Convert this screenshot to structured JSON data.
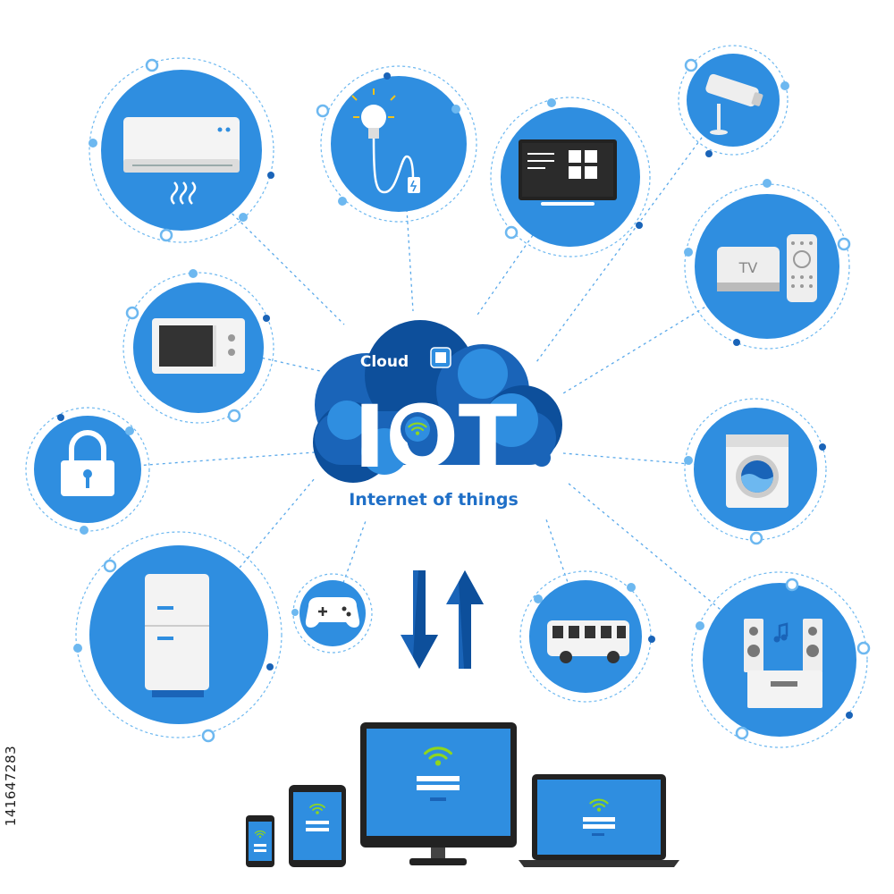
{
  "hub": {
    "cloud_label": "Cloud",
    "title": "IOT",
    "tagline": "Internet of things"
  },
  "side_id": "141647283",
  "colors": {
    "primary_blue": "#2f8ee0",
    "dark_blue": "#1a64b8",
    "deep_blue": "#0d4f9b",
    "dot_blue": "#6db8f0",
    "accent_green": "#8fd61e"
  },
  "device_nodes": [
    {
      "name": "air-conditioner-icon"
    },
    {
      "name": "light-bulb-icon"
    },
    {
      "name": "smart-tv-icon"
    },
    {
      "name": "security-camera-icon"
    },
    {
      "name": "tv-box-remote-icon"
    },
    {
      "name": "microwave-icon"
    },
    {
      "name": "padlock-icon"
    },
    {
      "name": "washing-machine-icon"
    },
    {
      "name": "refrigerator-icon"
    },
    {
      "name": "game-controller-icon"
    },
    {
      "name": "bus-icon"
    },
    {
      "name": "stereo-speakers-icon"
    }
  ],
  "tv_box_label": "TV",
  "client_devices": [
    {
      "name": "smartphone-icon"
    },
    {
      "name": "tablet-icon"
    },
    {
      "name": "desktop-monitor-icon"
    },
    {
      "name": "laptop-icon"
    }
  ]
}
